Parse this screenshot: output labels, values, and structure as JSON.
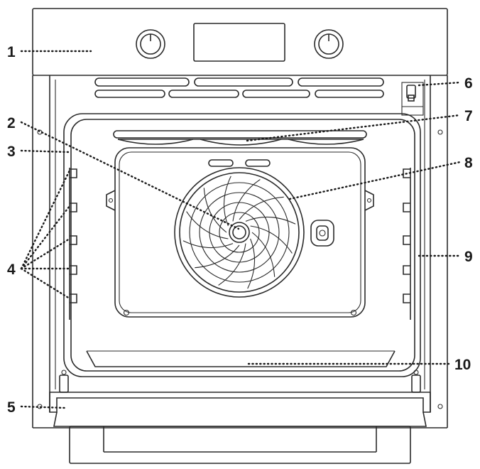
{
  "callouts": [
    {
      "id": "1",
      "text": "1"
    },
    {
      "id": "2",
      "text": "2"
    },
    {
      "id": "3",
      "text": "3"
    },
    {
      "id": "4",
      "text": "4"
    },
    {
      "id": "5",
      "text": "5"
    },
    {
      "id": "6",
      "text": "6"
    },
    {
      "id": "7",
      "text": "7"
    },
    {
      "id": "8",
      "text": "8"
    },
    {
      "id": "9",
      "text": "9"
    },
    {
      "id": "10",
      "text": "10"
    }
  ],
  "colors": {
    "line": "#2a2a2a",
    "background": "#ffffff",
    "label": "#1a1a1a"
  }
}
